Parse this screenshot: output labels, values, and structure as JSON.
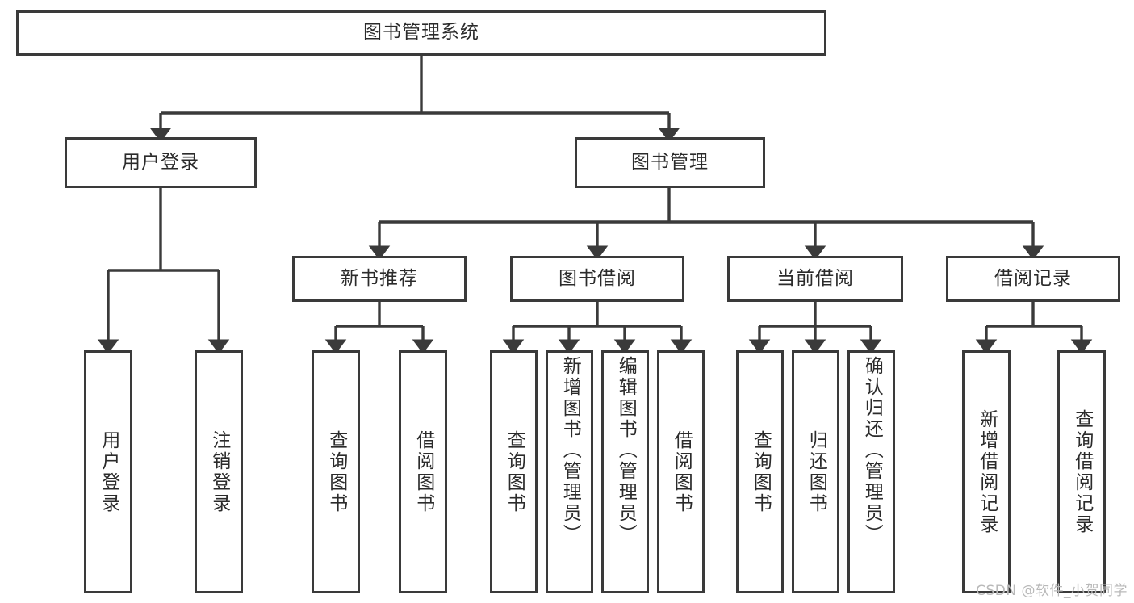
{
  "diagram": {
    "type": "tree-hierarchy-flowchart",
    "title_node": {
      "label": "图书管理系统"
    },
    "level2": [
      {
        "id": "user-login",
        "label": "用户登录"
      },
      {
        "id": "book-manage",
        "label": "图书管理"
      }
    ],
    "level3": [
      {
        "id": "new-book-recommend",
        "label": "新书推荐"
      },
      {
        "id": "book-borrow",
        "label": "图书借阅"
      },
      {
        "id": "current-borrow",
        "label": "当前借阅"
      },
      {
        "id": "borrow-record",
        "label": "借阅记录"
      }
    ],
    "leaves": [
      {
        "id": "leaf-user-login",
        "parent": "user-login",
        "label": "用户登录"
      },
      {
        "id": "leaf-logout",
        "parent": "user-login",
        "label": "注销登录"
      },
      {
        "id": "leaf-query-book-1",
        "parent": "new-book-recommend",
        "label": "查询图书"
      },
      {
        "id": "leaf-borrow-book-1",
        "parent": "new-book-recommend",
        "label": "借阅图书"
      },
      {
        "id": "leaf-query-book-2",
        "parent": "book-borrow",
        "label": "查询图书"
      },
      {
        "id": "leaf-add-book",
        "parent": "book-borrow",
        "label": "新增图书（管理员）"
      },
      {
        "id": "leaf-edit-book",
        "parent": "book-borrow",
        "label": "编辑图书（管理员）"
      },
      {
        "id": "leaf-borrow-book-2",
        "parent": "book-borrow",
        "label": "借阅图书"
      },
      {
        "id": "leaf-query-book-3",
        "parent": "current-borrow",
        "label": "查询图书"
      },
      {
        "id": "leaf-return-book",
        "parent": "current-borrow",
        "label": "归还图书"
      },
      {
        "id": "leaf-confirm-return",
        "parent": "current-borrow",
        "label": "确认归还（管理员）"
      },
      {
        "id": "leaf-add-record",
        "parent": "borrow-record",
        "label": "新增借阅记录"
      },
      {
        "id": "leaf-query-record",
        "parent": "borrow-record",
        "label": "查询借阅记录"
      }
    ]
  },
  "watermark": {
    "text": "CSDN @软件_小贺同学"
  },
  "colors": {
    "stroke": "#3a3a3a",
    "text": "#2b2b2b",
    "background": "#ffffff",
    "watermark": "#b9b9b9"
  }
}
